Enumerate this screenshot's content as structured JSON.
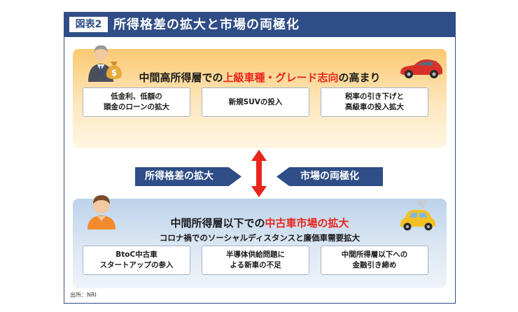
{
  "figure": {
    "tag": "図表2",
    "title": "所得格差の拡大と市場の両極化"
  },
  "top": {
    "heading_pre": "中間高所得層での",
    "heading_red": "上級車種・グレード志向",
    "heading_post": "の高まり",
    "boxes": [
      "低金利、低額の\n頭金のローンの拡大",
      "新規SUVの投入",
      "税率の引き下げと\n高級車の投入拡大"
    ]
  },
  "middle": {
    "left_label": "所得格差の拡大",
    "right_label": "市場の両極化"
  },
  "bottom": {
    "heading_pre": "中間所得層以下での",
    "heading_red": "中古車市場の拡大",
    "subheading": "コロナ禍でのソーシャルディスタンスと廉価車需要拡大",
    "boxes": [
      "BtoC中古車\nスタートアップの参入",
      "半導体供給問題に\nよる新車の不足",
      "中間所得層以下への\n金融引き締め"
    ]
  },
  "source": "出所：NRI",
  "colors": {
    "navy": "#2f4d86",
    "red": "#e8261b",
    "orange": "#fbc972",
    "blue_light": "#bcd3ea"
  },
  "icons": [
    "businessman-icon",
    "money-bag-icon",
    "sports-car-icon",
    "person-icon",
    "compact-car-icon",
    "double-arrow-icon"
  ]
}
